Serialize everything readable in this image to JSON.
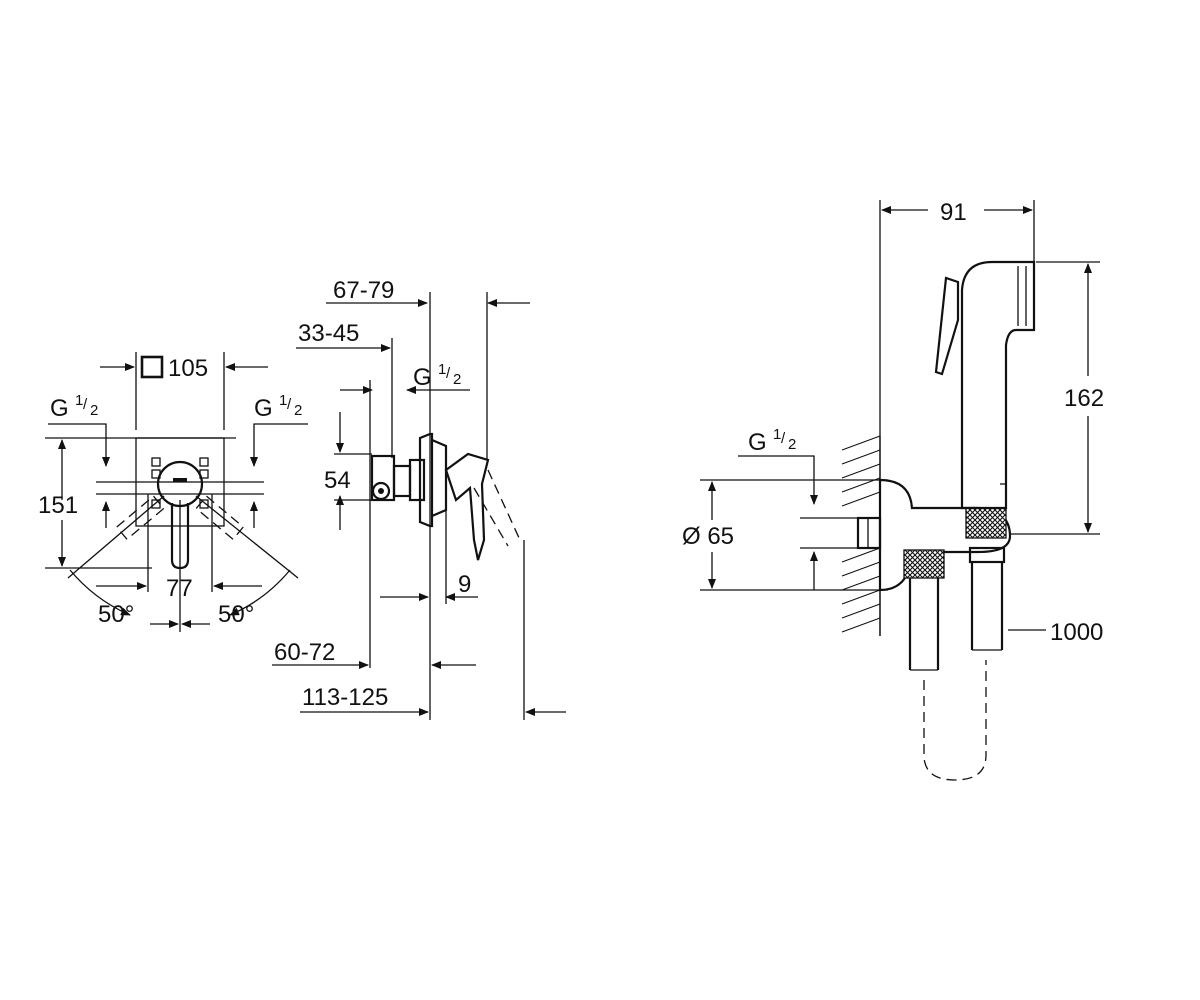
{
  "front_view": {
    "square_dim": "105",
    "g_left": {
      "main": "G",
      "num": "1",
      "den": "2"
    },
    "g_right": {
      "main": "G",
      "num": "1",
      "den": "2"
    },
    "height_dim": "151",
    "width_dim": "77",
    "angle_left": "50°",
    "angle_right": "50°"
  },
  "side_view": {
    "dim_67_79": "67-79",
    "dim_33_45": "33-45",
    "g_half": {
      "main": "G",
      "num": "1",
      "den": "2"
    },
    "dim_54": "54",
    "dim_9": "9",
    "dim_60_72": "60-72",
    "dim_113_125": "113-125"
  },
  "spray_view": {
    "dim_91": "91",
    "dim_162": "162",
    "g_half": {
      "main": "G",
      "num": "1",
      "den": "2"
    },
    "dim_diam": "Ø 65",
    "dim_hose": "1000"
  }
}
